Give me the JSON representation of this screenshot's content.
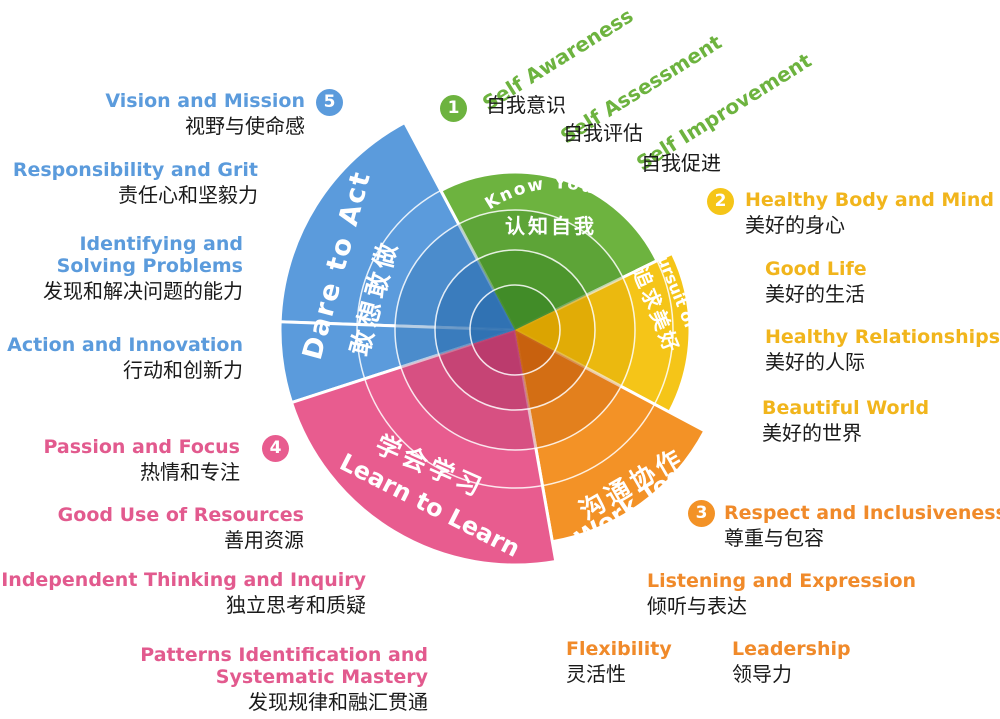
{
  "colors": {
    "blue": "#5b9bdc",
    "green": "#6db33f",
    "yellow": "#f5c518",
    "orange": "#f39226",
    "pink": "#e85c8f"
  },
  "segments": {
    "dare": {
      "en": "Dare to Act",
      "zh": "敢想敢做",
      "number": "5"
    },
    "know": {
      "en": "Know Yourself",
      "zh": "认知自我",
      "number": "1"
    },
    "good": {
      "en": "Pursuit of Good",
      "zh": "追求美好",
      "number": "2"
    },
    "work": {
      "en": "Work Together",
      "zh": "沟通协作",
      "number": "3"
    },
    "learn": {
      "en": "Learn to Learn",
      "zh": "学会学习",
      "number": "4"
    }
  },
  "know_items": [
    {
      "en": "Self Awareness",
      "zh": "自我意识"
    },
    {
      "en": "Self Assessment",
      "zh": "自我评估"
    },
    {
      "en": "Self Improvement",
      "zh": "自我促进"
    }
  ],
  "good_items": [
    {
      "en": "Healthy Body and Mind",
      "zh": "美好的身心"
    },
    {
      "en": "Good Life",
      "zh": "美好的生活"
    },
    {
      "en": "Healthy Relationships",
      "zh": "美好的人际"
    },
    {
      "en": "Beautiful World",
      "zh": "美好的世界"
    }
  ],
  "work_items": [
    {
      "en": "Respect and Inclusiveness",
      "zh": "尊重与包容"
    },
    {
      "en": "Listening and Expression",
      "zh": "倾听与表达"
    },
    {
      "en": "Flexibility",
      "zh": "灵活性"
    },
    {
      "en": "Leadership",
      "zh": "领导力"
    }
  ],
  "learn_items": [
    {
      "en": "Passion and Focus",
      "zh": "热情和专注"
    },
    {
      "en": "Good Use of Resources",
      "zh": "善用资源"
    },
    {
      "en": "Independent Thinking and Inquiry",
      "zh": "独立思考和质疑"
    },
    {
      "en": "Patterns Identification and",
      "en2": "Systematic Mastery",
      "zh": "发现规律和融汇贯通"
    }
  ],
  "dare_items": [
    {
      "en": "Vision and Mission",
      "zh": "视野与使命感"
    },
    {
      "en": "Responsibility and Grit",
      "zh": "责任心和坚毅力"
    },
    {
      "en": "Identifying and",
      "en2": "Solving Problems",
      "zh": "发现和解决问题的能力"
    },
    {
      "en": "Action and Innovation",
      "zh": "行动和创新力"
    }
  ]
}
